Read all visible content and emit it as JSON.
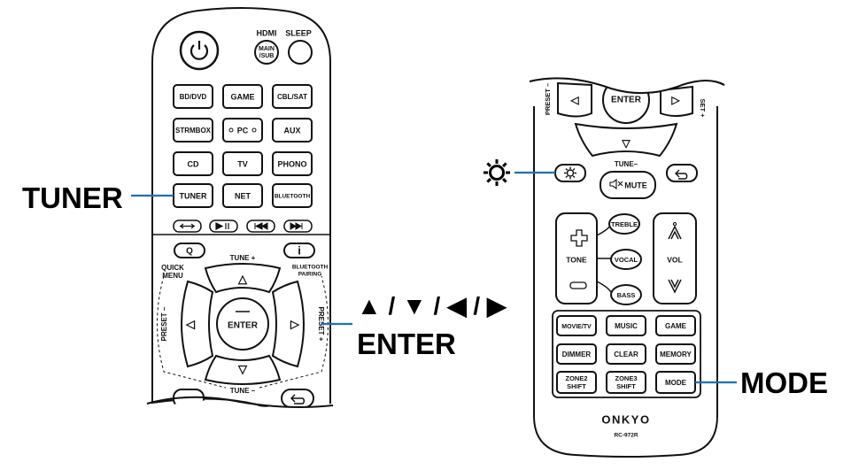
{
  "callouts": {
    "tuner": "TUNER",
    "arrows": "▲ / ▼ / ◀ / ▶",
    "enter": "ENTER",
    "mode": "MODE",
    "brightness_icon": "sun-gear-icon",
    "accent_color": "#1f6fb5"
  },
  "remote_left": {
    "hdmi_label": "HDMI",
    "sleep_label": "SLEEP",
    "main_sub_line1": "MAIN",
    "main_sub_line2": "/SUB",
    "row1": [
      "BD/DVD",
      "GAME",
      "CBL/SAT"
    ],
    "row2": [
      "STRMBOX",
      "PC",
      "AUX"
    ],
    "row3": [
      "CD",
      "TV",
      "PHONO"
    ],
    "row4": [
      "TUNER",
      "NET",
      "BLUETOOTH"
    ],
    "q_label": "Q",
    "info_label": "i",
    "quick_menu_1": "QUICK",
    "quick_menu_2": "MENU",
    "tune_plus": "TUNE +",
    "tune_minus": "TUNE –",
    "bt_pairing_1": "BLUETOOTH",
    "bt_pairing_2": "PAIRING",
    "preset_minus": "PRESET –",
    "preset_plus": "PRESET +",
    "enter": "ENTER",
    "up": "△",
    "down": "▽",
    "left": "◁",
    "right": "▷"
  },
  "remote_right": {
    "preset_minus": "PRESET –",
    "preset_plus": "SET +",
    "enter": "ENTER",
    "tune_minus": "TUNE–",
    "mute": "MUTE",
    "treble": "TREBLE",
    "vocal": "VOCAL",
    "bass": "BASS",
    "tone": "TONE",
    "vol": "VOL",
    "mode_row1": [
      "MOVIE/TV",
      "MUSIC",
      "GAME"
    ],
    "mode_row2": [
      "DIMMER",
      "CLEAR",
      "MEMORY"
    ],
    "zone2_1": "ZONE2",
    "zone2_2": "SHIFT",
    "zone3_1": "ZONE3",
    "zone3_2": "SHIFT",
    "mode": "MODE",
    "brand": "ONKYO",
    "model": "RC-972R",
    "left": "◁",
    "right": "▷",
    "down": "▽"
  }
}
